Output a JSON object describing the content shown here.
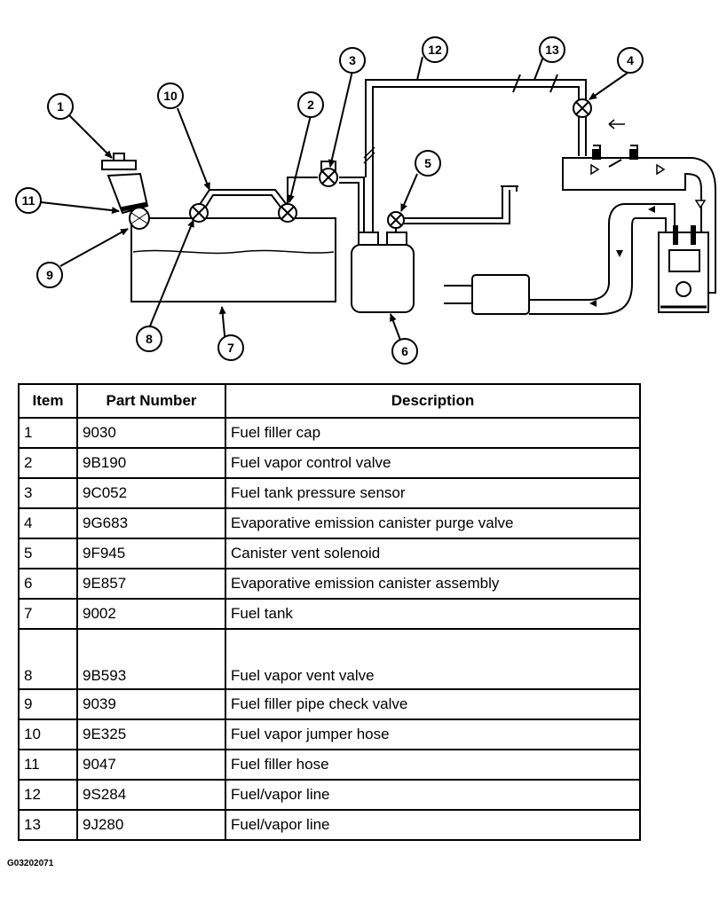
{
  "callouts": [
    "1",
    "2",
    "3",
    "4",
    "5",
    "6",
    "7",
    "8",
    "9",
    "10",
    "11",
    "12",
    "13"
  ],
  "table": {
    "headers": [
      "Item",
      "Part Number",
      "Description"
    ],
    "rows": [
      {
        "item": "1",
        "part": "9030",
        "desc": "Fuel filler cap"
      },
      {
        "item": "2",
        "part": "9B190",
        "desc": "Fuel vapor control valve"
      },
      {
        "item": "3",
        "part": "9C052",
        "desc": "Fuel tank pressure sensor"
      },
      {
        "item": "4",
        "part": "9G683",
        "desc": "Evaporative emission canister purge valve"
      },
      {
        "item": "5",
        "part": "9F945",
        "desc": "Canister vent solenoid"
      },
      {
        "item": "6",
        "part": "9E857",
        "desc": "Evaporative emission canister assembly"
      },
      {
        "item": "7",
        "part": "9002",
        "desc": "Fuel tank"
      },
      {
        "item": "8",
        "part": "9B593",
        "desc": "Fuel vapor vent valve"
      },
      {
        "item": "9",
        "part": "9039",
        "desc": "Fuel filler pipe check valve"
      },
      {
        "item": "10",
        "part": "9E325",
        "desc": "Fuel vapor jumper hose"
      },
      {
        "item": "11",
        "part": "9047",
        "desc": "Fuel filler hose"
      },
      {
        "item": "12",
        "part": "9S284",
        "desc": "Fuel/vapor line"
      },
      {
        "item": "13",
        "part": "9J280",
        "desc": "Fuel/vapor line"
      }
    ]
  },
  "figure_id": "G03202071"
}
